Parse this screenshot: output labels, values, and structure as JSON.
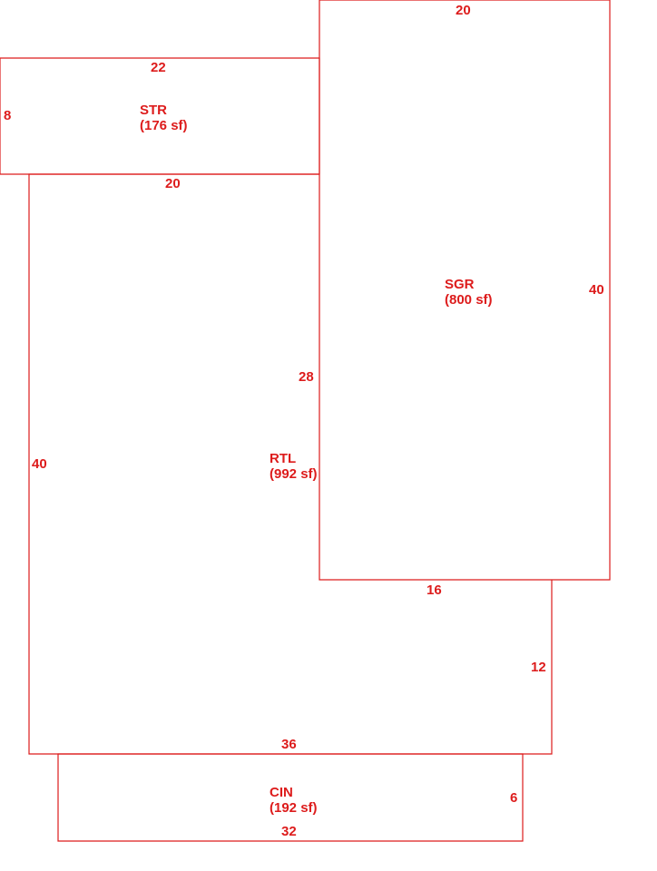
{
  "colors": {
    "line": "#dd1c1c",
    "text": "#dd1c1c",
    "background": "#ffffff"
  },
  "areas": {
    "str": {
      "code": "STR",
      "area": "(176 sf)"
    },
    "sgr": {
      "code": "SGR",
      "area": "(800 sf)"
    },
    "rtl": {
      "code": "RTL",
      "area": "(992 sf)"
    },
    "cin": {
      "code": "CIN",
      "area": "(192 sf)"
    }
  },
  "dimensions": {
    "str_top": "22",
    "str_left": "8",
    "str_bottom": "20",
    "sgr_top": "20",
    "sgr_right": "40",
    "sgr_left": "28",
    "sgr_bottom": "16",
    "rtl_left": "40",
    "rtl_right": "12",
    "rtl_bottom": "36",
    "cin_right": "6",
    "cin_bottom": "32"
  }
}
